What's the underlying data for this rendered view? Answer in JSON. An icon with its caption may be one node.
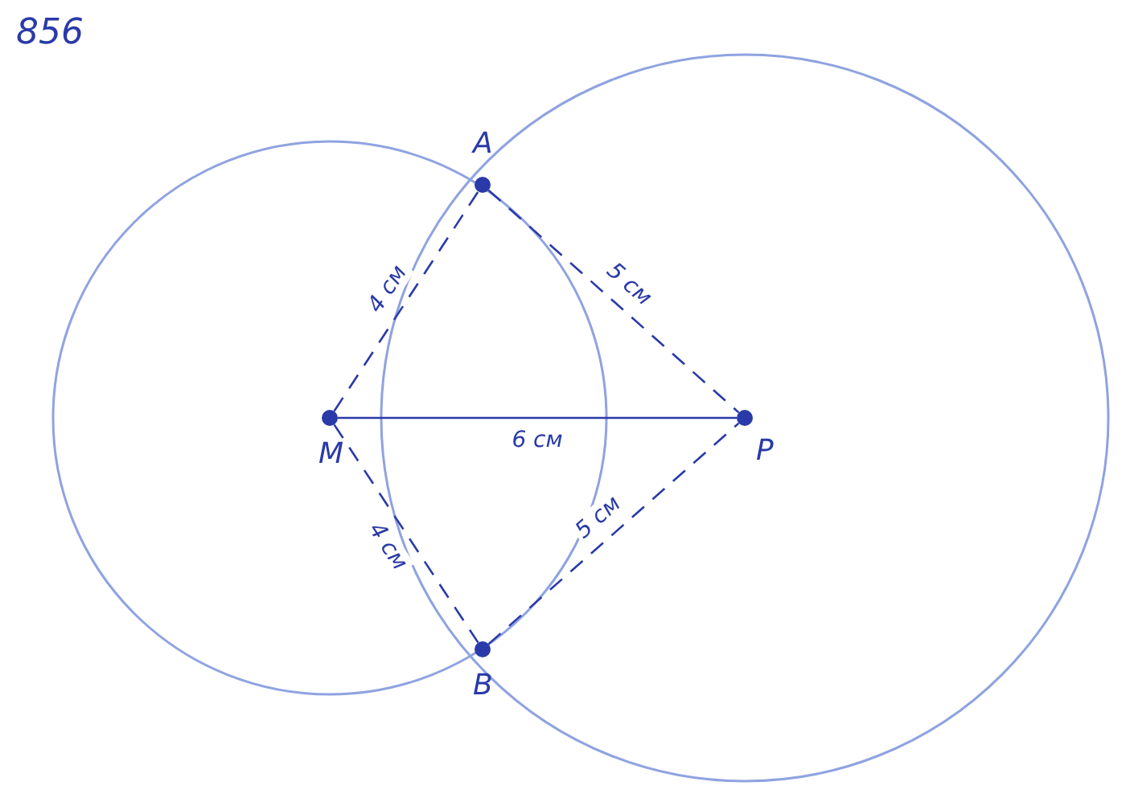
{
  "diagram": {
    "nodes": [
      {
        "text": [
          "А"
        ]
      },
      {
        "text": [
          "М"
        ]
      },
      {
        "text": [
          "Р"
        ]
      },
      {
        "text": [
          "В"
        ]
      }
    ],
    "edges": [
      {
        "from": 1,
        "to": 0,
        "arrow": "none",
        "label": "4 см",
        "style": "dashed"
      },
      {
        "from": 0,
        "to": 2,
        "arrow": "none",
        "label": "5 см",
        "style": "dashed"
      },
      {
        "from": 1,
        "to": 2,
        "arrow": "none",
        "label": "6 см"
      },
      {
        "from": 1,
        "to": 3,
        "arrow": "none",
        "label": "4 см",
        "style": "dashed"
      },
      {
        "from": 3,
        "to": 2,
        "arrow": "none",
        "label": "5 см",
        "style": "dashed"
      }
    ],
    "labels": [
      "856"
    ]
  }
}
